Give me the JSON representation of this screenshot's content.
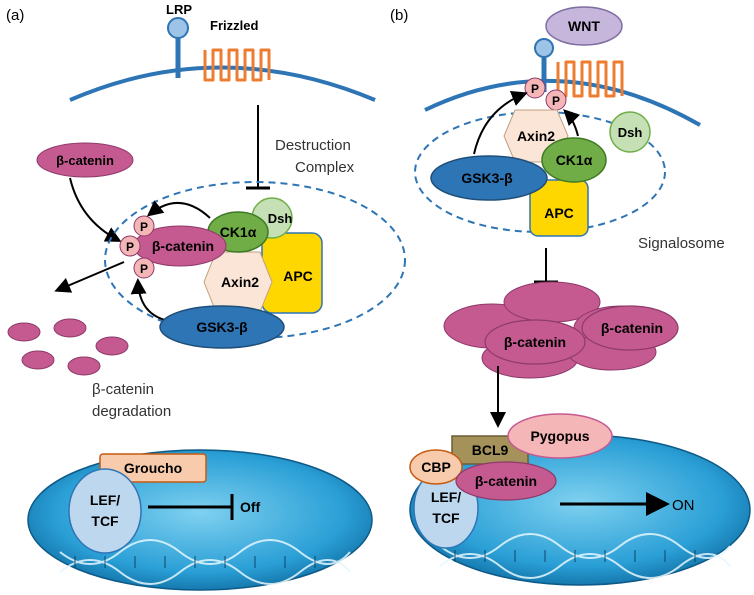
{
  "panels": {
    "a": {
      "label": "(a)",
      "lrp": "LRP",
      "frizzled": "Frizzled",
      "destruction_line1": "Destruction",
      "destruction_line2": "Complex",
      "beta_catenin_free": "β-catenin",
      "beta_catenin_complex": "β-catenin",
      "phospho": "P",
      "ck1a": "CK1α",
      "dsh": "Dsh",
      "axin2": "Axin2",
      "apc": "APC",
      "gsk3b": "GSK3-β",
      "degradation_line1": "β-catenin",
      "degradation_line2": "degradation",
      "groucho": "Groucho",
      "lef_line1": "LEF/",
      "lef_line2": "TCF",
      "off": "Off"
    },
    "b": {
      "label": "(b)",
      "wnt": "WNT",
      "phospho": "P",
      "axin2": "Axin2",
      "ck1a": "CK1α",
      "dsh": "Dsh",
      "gsk3b": "GSK3-β",
      "apc": "APC",
      "signalosome": "Signalosome",
      "beta_catenin_1": "β-catenin",
      "beta_catenin_2": "β-catenin",
      "pygopus": "Pygopus",
      "bcl9": "BCL9",
      "cbp": "CBP",
      "beta_catenin_nuc": "β-catenin",
      "lef_line1": "LEF/",
      "lef_line2": "TCF",
      "on": "ON"
    }
  },
  "colors": {
    "membrane": "#2e75b6",
    "frizzled": "#ed7d31",
    "beta_catenin": "#c55a91",
    "phospho": "#f4b6b6",
    "ck1a": "#70ad47",
    "dsh": "#c5e0b4",
    "axin2": "#fbe5d6",
    "apc": "#ffd700",
    "gsk3b": "#2e75b6",
    "groucho": "#f8cbad",
    "lef_tcf": "#bdd7ee",
    "wnt": "#c6b6dc",
    "pygopus": "#f4b6b6",
    "bcl9": "#a5915a"
  }
}
